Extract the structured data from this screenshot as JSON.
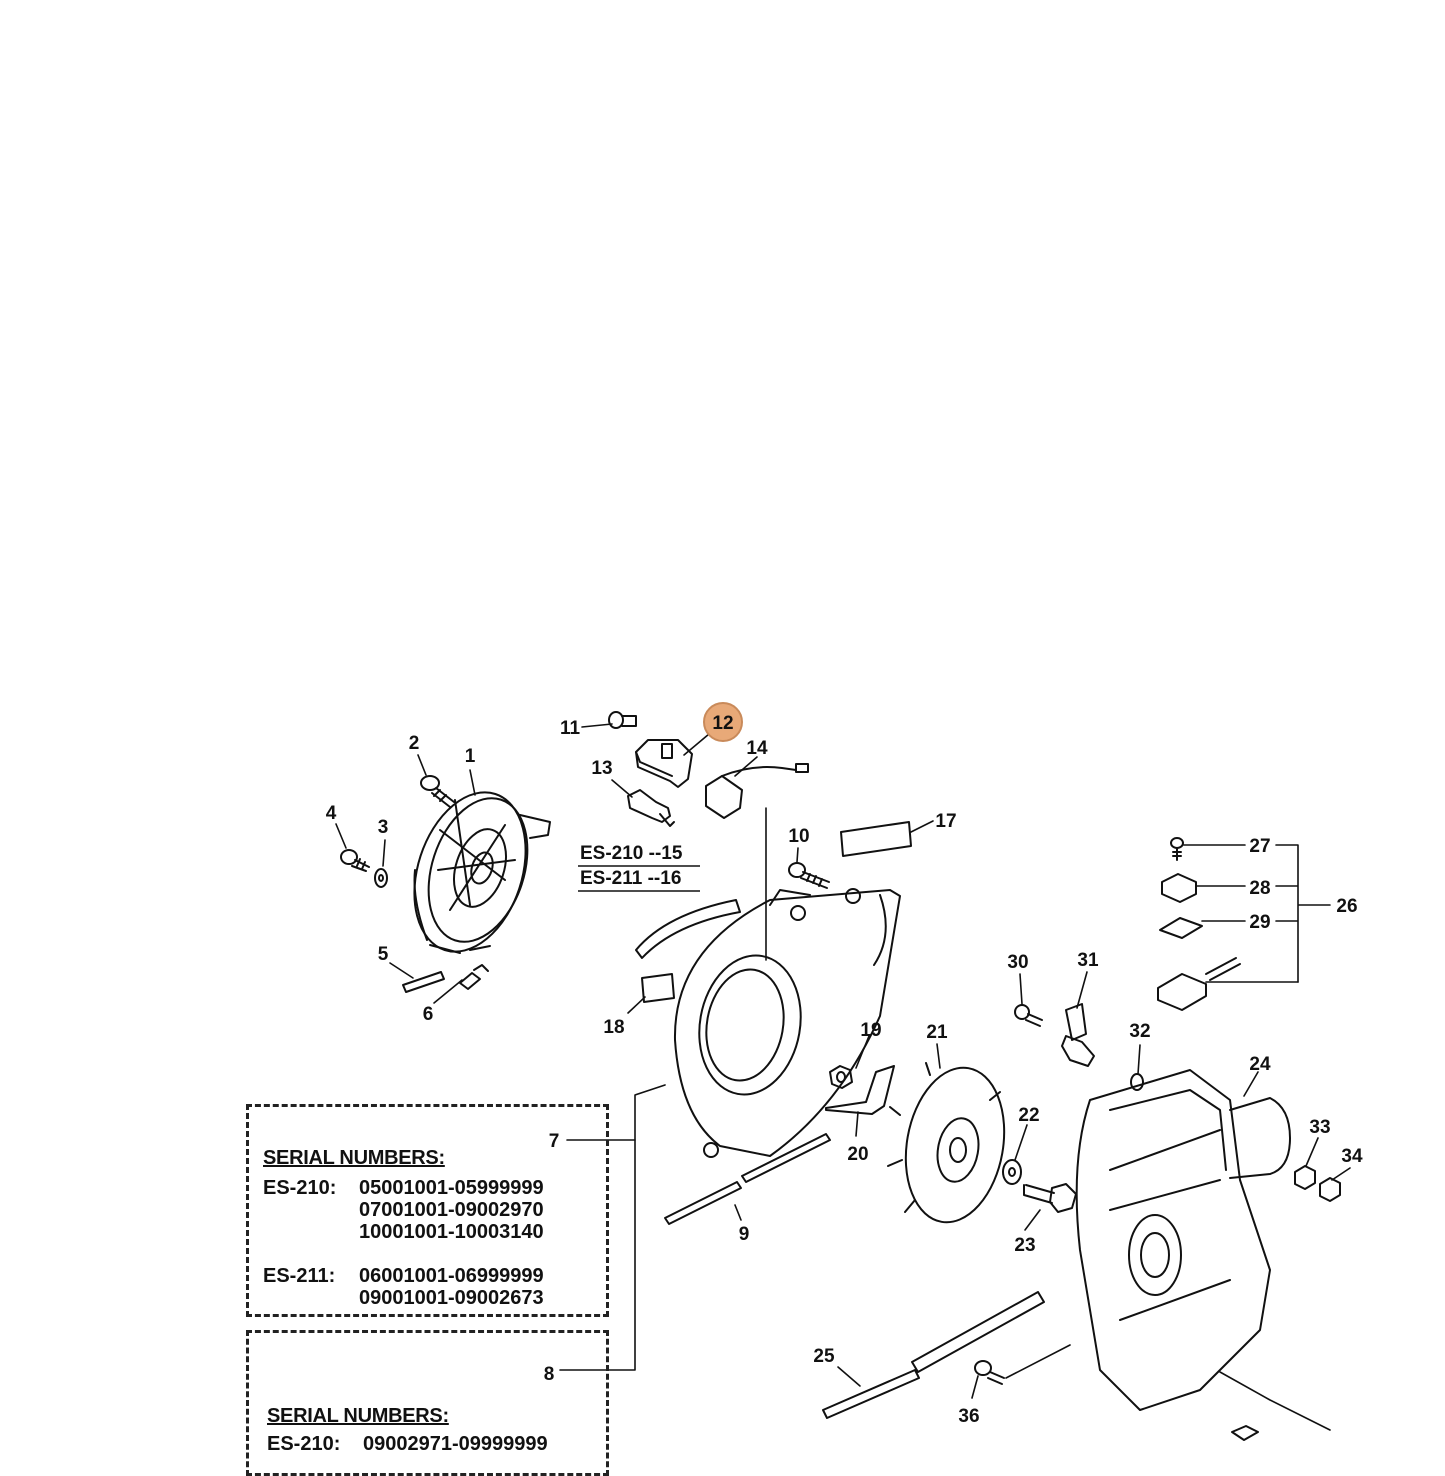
{
  "highlight": {
    "label": "12",
    "color": "#e8a978"
  },
  "callouts": [
    "1",
    "2",
    "3",
    "4",
    "5",
    "6",
    "7",
    "8",
    "9",
    "10",
    "11",
    "13",
    "14",
    "17",
    "18",
    "19",
    "20",
    "21",
    "22",
    "23",
    "24",
    "25",
    "26",
    "27",
    "28",
    "29",
    "30",
    "31",
    "32",
    "33",
    "34",
    "36"
  ],
  "variants": [
    {
      "model": "ES-210",
      "part": "15",
      "text": "ES-210 --15"
    },
    {
      "model": "ES-211",
      "part": "16",
      "text": "ES-211 --16"
    }
  ],
  "serial_boxes": [
    {
      "title": "SERIAL NUMBERS:",
      "rows": [
        {
          "model": "ES-210:",
          "range": "05001001-05999999"
        },
        {
          "model": "",
          "range": "07001001-09002970"
        },
        {
          "model": "",
          "range": "10001001-10003140"
        },
        {
          "model": "",
          "range": ""
        },
        {
          "model": "ES-211:",
          "range": "06001001-06999999"
        },
        {
          "model": "",
          "range": "09001001-09002673"
        }
      ]
    },
    {
      "title": "SERIAL NUMBERS:",
      "rows": [
        {
          "model": "ES-210:",
          "range": "09002971-09999999"
        }
      ]
    }
  ]
}
